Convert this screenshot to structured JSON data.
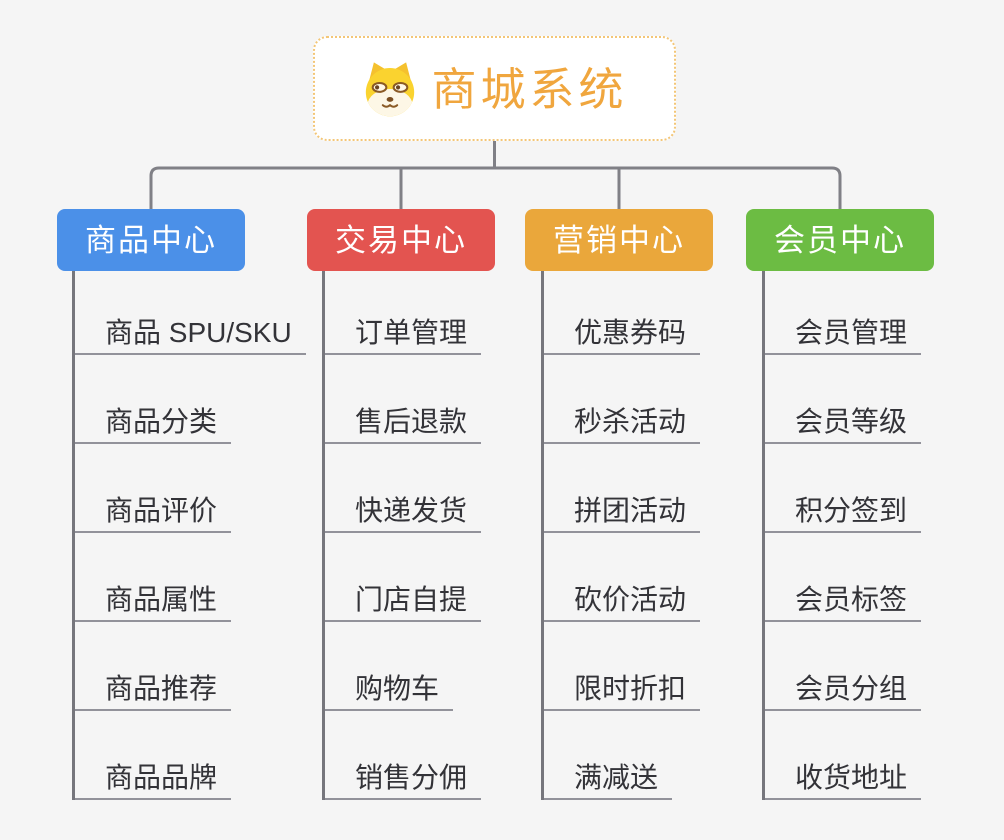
{
  "root": {
    "title": "商城系统",
    "icon": "dog-face-icon",
    "title_color": "#F0A63E",
    "border_color": "#F3C677"
  },
  "connector_color": "#808086",
  "branches": [
    {
      "label": "商品中心",
      "color": "#4B90E8",
      "items": [
        "商品 SPU/SKU",
        "商品分类",
        "商品评价",
        "商品属性",
        "商品推荐",
        "商品品牌"
      ]
    },
    {
      "label": "交易中心",
      "color": "#E35450",
      "items": [
        "订单管理",
        "售后退款",
        "快递发货",
        "门店自提",
        "购物车",
        "销售分佣"
      ]
    },
    {
      "label": "营销中心",
      "color": "#EAA73B",
      "items": [
        "优惠券码",
        "秒杀活动",
        "拼团活动",
        "砍价活动",
        "限时折扣",
        "满减送"
      ]
    },
    {
      "label": "会员中心",
      "color": "#6CBC43",
      "items": [
        "会员管理",
        "会员等级",
        "积分签到",
        "会员标签",
        "会员分组",
        "收货地址"
      ]
    }
  ]
}
